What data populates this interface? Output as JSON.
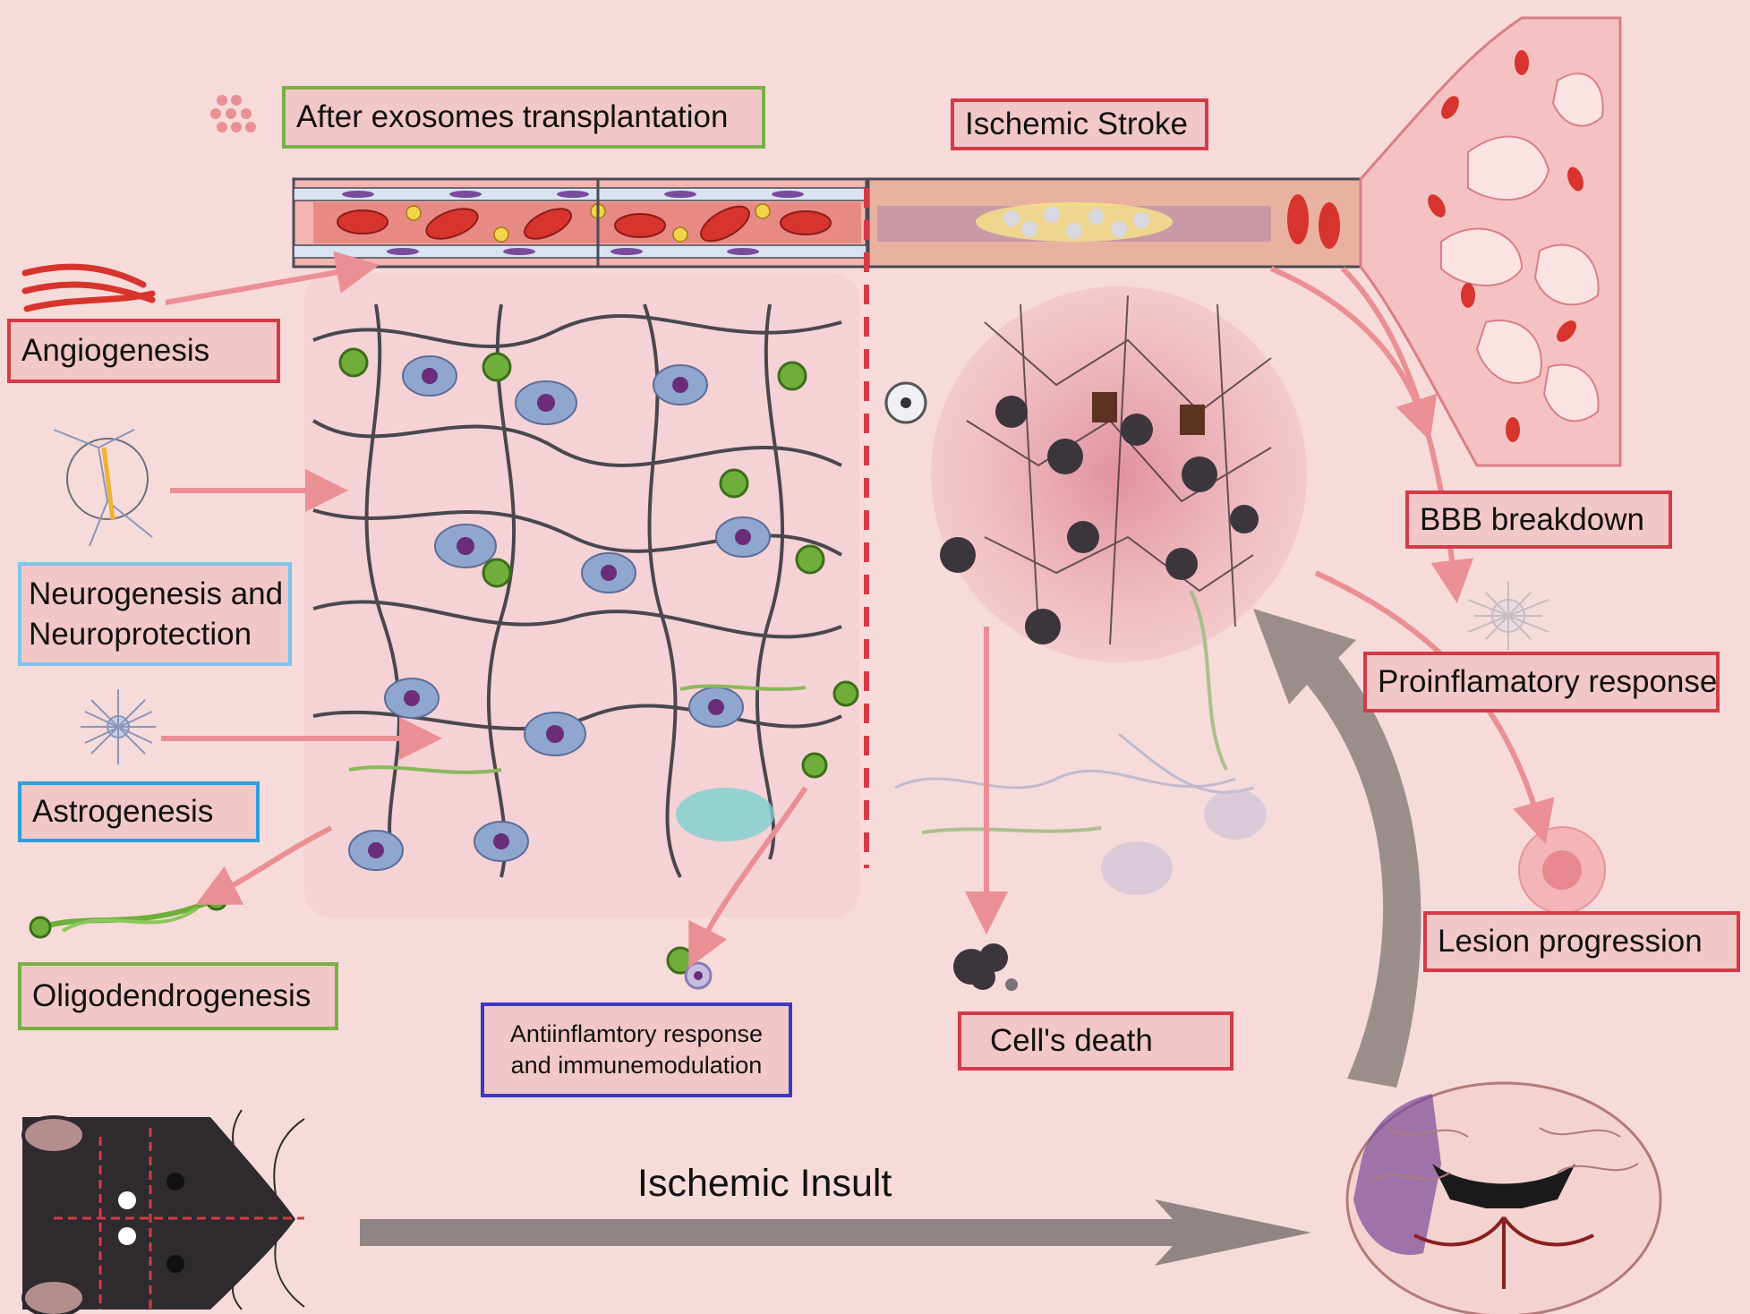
{
  "labels": {
    "after_exosomes": "After exosomes transplantation",
    "ischemic_stroke": "Ischemic Stroke",
    "angiogenesis": "Angiogenesis",
    "neurogenesis_line1": "Neurogenesis and",
    "neurogenesis_line2": "Neuroprotection",
    "astrogenesis": "Astrogenesis",
    "oligodendrogenesis": "Oligodendrogenesis",
    "antiinflammatory_line1": "Antiinflamtory response",
    "antiinflammatory_line2": "and immunemodulation",
    "cells_death": "Cell's death",
    "bbb_breakdown": "BBB breakdown",
    "proinflammatory": "Proinflamatory response",
    "lesion_progression": "Lesion progression",
    "ischemic_insult": "Ischemic Insult"
  },
  "colors": {
    "background": "#f7dada",
    "label_fill": "#f2c7c8",
    "recovery_green": "#79b046",
    "damage_red": "#d23b47",
    "neuro_cyan": "#7fc4ea",
    "astro_blue": "#2f9fdc",
    "immune_navy": "#3b38c4",
    "insult_arrow": "#8f8584"
  }
}
